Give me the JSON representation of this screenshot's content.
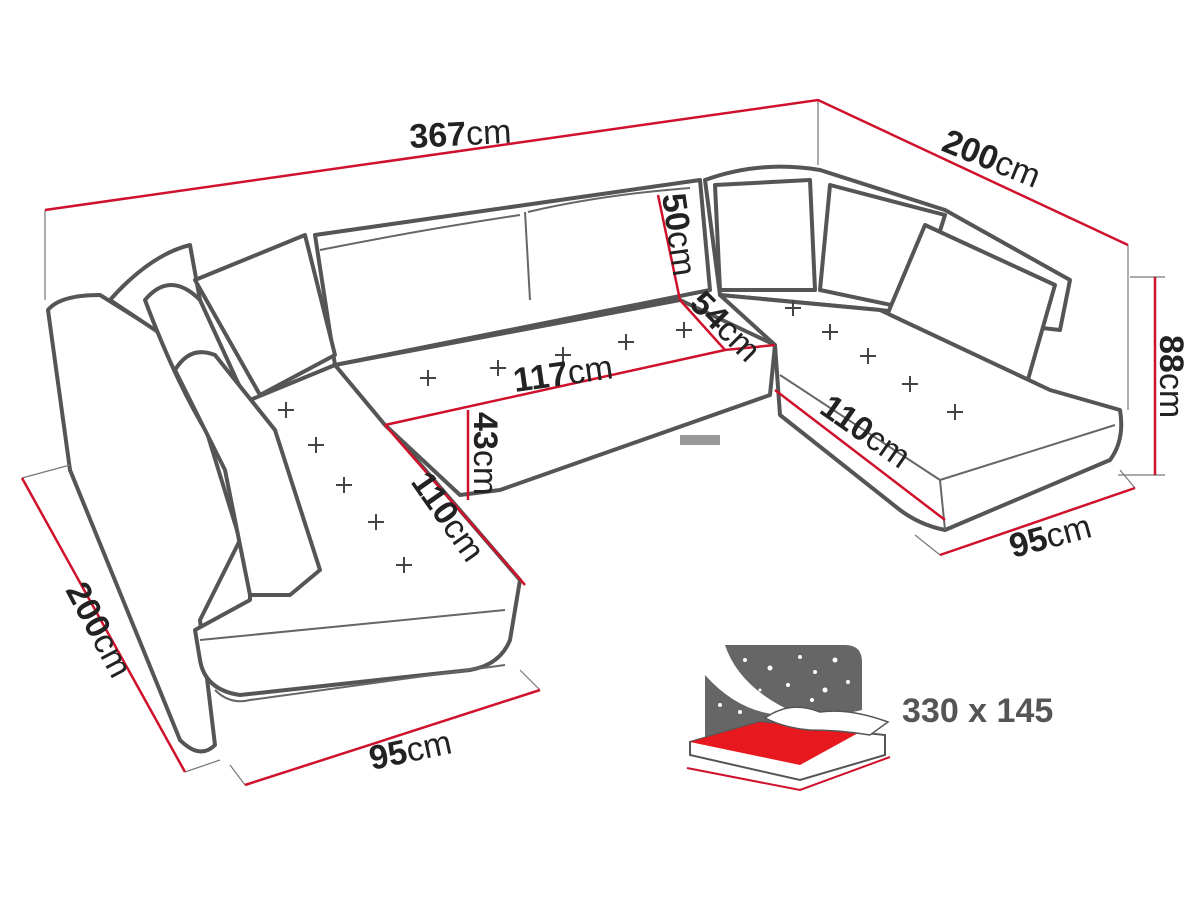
{
  "dimensions": {
    "total_width": {
      "value": "367",
      "unit": "cm"
    },
    "right_depth": {
      "value": "200",
      "unit": "cm"
    },
    "height": {
      "value": "88",
      "unit": "cm"
    },
    "right_arm_width": {
      "value": "95",
      "unit": "cm"
    },
    "right_seat_length": {
      "value": "110",
      "unit": "cm"
    },
    "seat_depth": {
      "value": "54",
      "unit": "cm"
    },
    "back_height": {
      "value": "50",
      "unit": "cm"
    },
    "middle_seat_width": {
      "value": "117",
      "unit": "cm"
    },
    "seat_height": {
      "value": "43",
      "unit": "cm"
    },
    "left_seat_length": {
      "value": "110",
      "unit": "cm"
    },
    "left_depth": {
      "value": "200",
      "unit": "cm"
    },
    "left_arm_width": {
      "value": "95",
      "unit": "cm"
    }
  },
  "bed": {
    "size_label": "330 x 145"
  },
  "colors": {
    "dimension_line": "#d0112b",
    "outline": "#555555",
    "bed_sheet": "#e8191e"
  }
}
